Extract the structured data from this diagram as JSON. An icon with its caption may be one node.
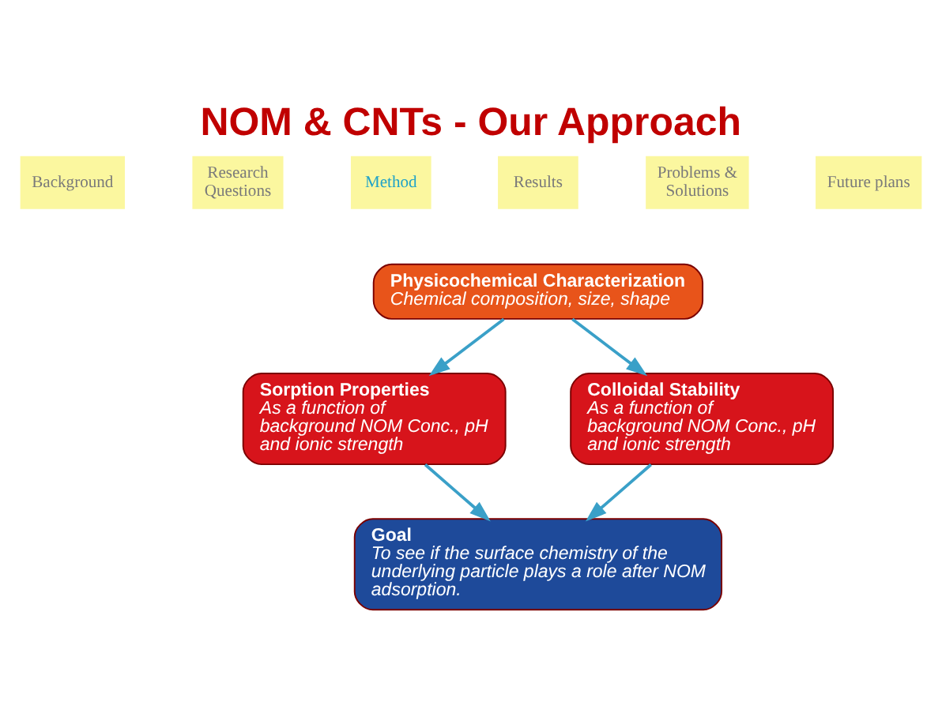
{
  "diagram": {
    "title": "NOM & CNTs - Our Approach",
    "nodes": [
      {
        "text": [
          "Physicochemical Characterization",
          "Chemical composition, size, shape"
        ]
      },
      {
        "text": [
          "Sorption Properties",
          "As a function of background NOM Conc., pH and ionic strength"
        ]
      },
      {
        "text": [
          "Colloidal Stability",
          "As a function of background NOM Conc., pH and ionic strength"
        ]
      },
      {
        "text": [
          "Goal",
          "To see if the surface chemistry of the underlying particle plays a role after NOM adsorption."
        ]
      }
    ],
    "edges": [
      {
        "from": 0,
        "to": 1,
        "arrow": "to"
      },
      {
        "from": 0,
        "to": 2,
        "arrow": "to"
      },
      {
        "from": 1,
        "to": 3,
        "arrow": "to"
      },
      {
        "from": 2,
        "to": 3,
        "arrow": "to"
      }
    ],
    "labels": [
      "Background",
      "Research Questions",
      "Method",
      "Results",
      "Problems & Solutions",
      "Future plans"
    ]
  }
}
